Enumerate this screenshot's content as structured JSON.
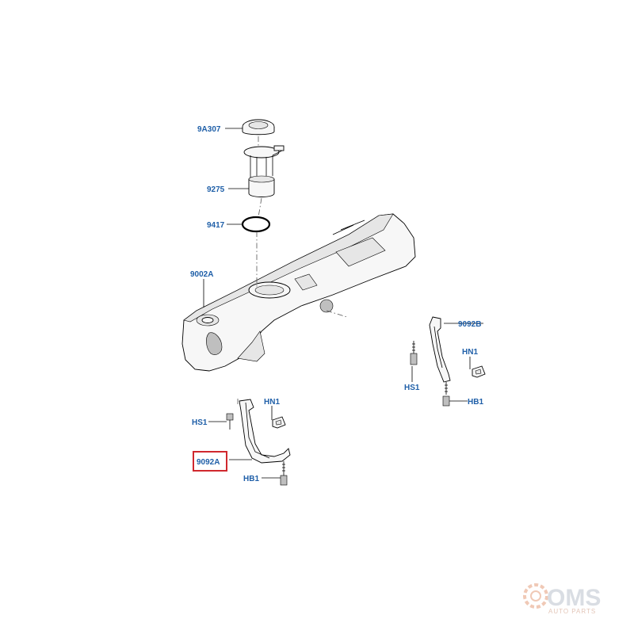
{
  "callouts": {
    "fuel_cap": "9A307",
    "fuel_pump": "9275",
    "seal_ring": "9417",
    "fuel_tank": "9002A",
    "strap_left": "9092A",
    "strap_right": "9092B",
    "bolt_left": "HS1",
    "bolt_right": "HS1",
    "nut_left": "HN1",
    "nut_right": "HN1",
    "bracket_bolt_left": "HB1",
    "bracket_bolt_right": "HB1"
  },
  "highlight": {
    "part": "9092A",
    "color": "#d0282e"
  },
  "colors": {
    "callout_text": "#1f5fa8"
  },
  "watermark": {
    "brand": "OMS",
    "tagline": "AUTO PARTS"
  }
}
